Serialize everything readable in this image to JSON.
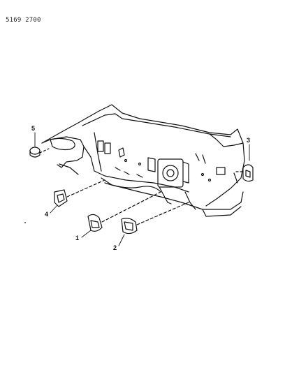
{
  "diagram": {
    "code": "5169 2700",
    "callouts": [
      "1",
      "2",
      "3",
      "4",
      "5"
    ]
  }
}
